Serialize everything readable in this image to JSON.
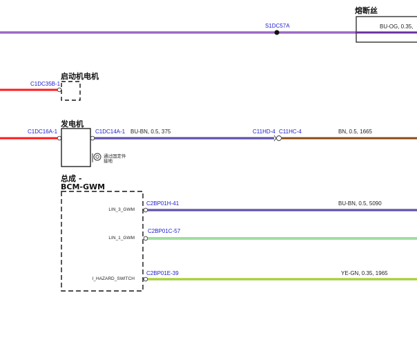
{
  "colors": {
    "red_wire": "#ff1a1a",
    "purple_wire": "#6a2fa0",
    "violet_stripe": "#c9a0e8",
    "blue_wire": "#2a2a8a",
    "brown_wire": "#8a4a14",
    "green_wire": "#3fbf3f",
    "yellow_green_wire": "#7cbf1a"
  },
  "fuse": {
    "title": "熔断丝",
    "wire_label": "BU-OG,  0.35,"
  },
  "splice": {
    "label": "S1DC57A"
  },
  "starter": {
    "title": "启动机电机",
    "connector": "C1DC35B-1"
  },
  "alternator": {
    "title": "发电机",
    "connector_in": "C1DC16A-1",
    "connector_out": "C1DC14A-1",
    "wire_label": "BU-BN,  0.5,  375",
    "ground_label_line1": "通过固定件",
    "ground_label_line2": "接地"
  },
  "inline_connector": {
    "left": "C11HD-4",
    "right": "C11HC-4",
    "wire_label": "BN,  0.5,  1665"
  },
  "bcm": {
    "title_line1": "总成 -",
    "title_line2": "BCM-GWM",
    "pins": [
      {
        "pin_name": "LIN_3_GWM",
        "connector": "C2BP01H-41",
        "wire_label": "BU-BN,  0.5,  5090"
      },
      {
        "pin_name": "LIN_1_GWM",
        "connector": "C2BP01C-57",
        "wire_label": ""
      },
      {
        "pin_name": "I_HAZARD_SWITCH",
        "connector": "C2BP01E-39",
        "wire_label": "YE-GN,  0.35,  1965"
      }
    ]
  }
}
